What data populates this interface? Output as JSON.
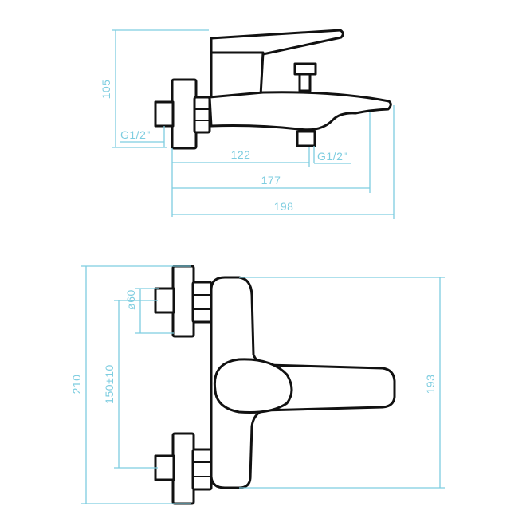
{
  "colors": {
    "dimension": "#7ecde0",
    "outline": "#111111",
    "background": "#ffffff"
  },
  "side_view": {
    "height_label": "105",
    "inlet_thread_label": "G1/2\"",
    "outlet_thread_label": "G1/2\"",
    "width_short_label": "122",
    "width_mid_label": "177",
    "width_total_label": "198"
  },
  "front_view": {
    "total_height_label": "210",
    "body_height_label": "193",
    "center_distance_label": "150±10",
    "diameter_label": "ø60"
  }
}
